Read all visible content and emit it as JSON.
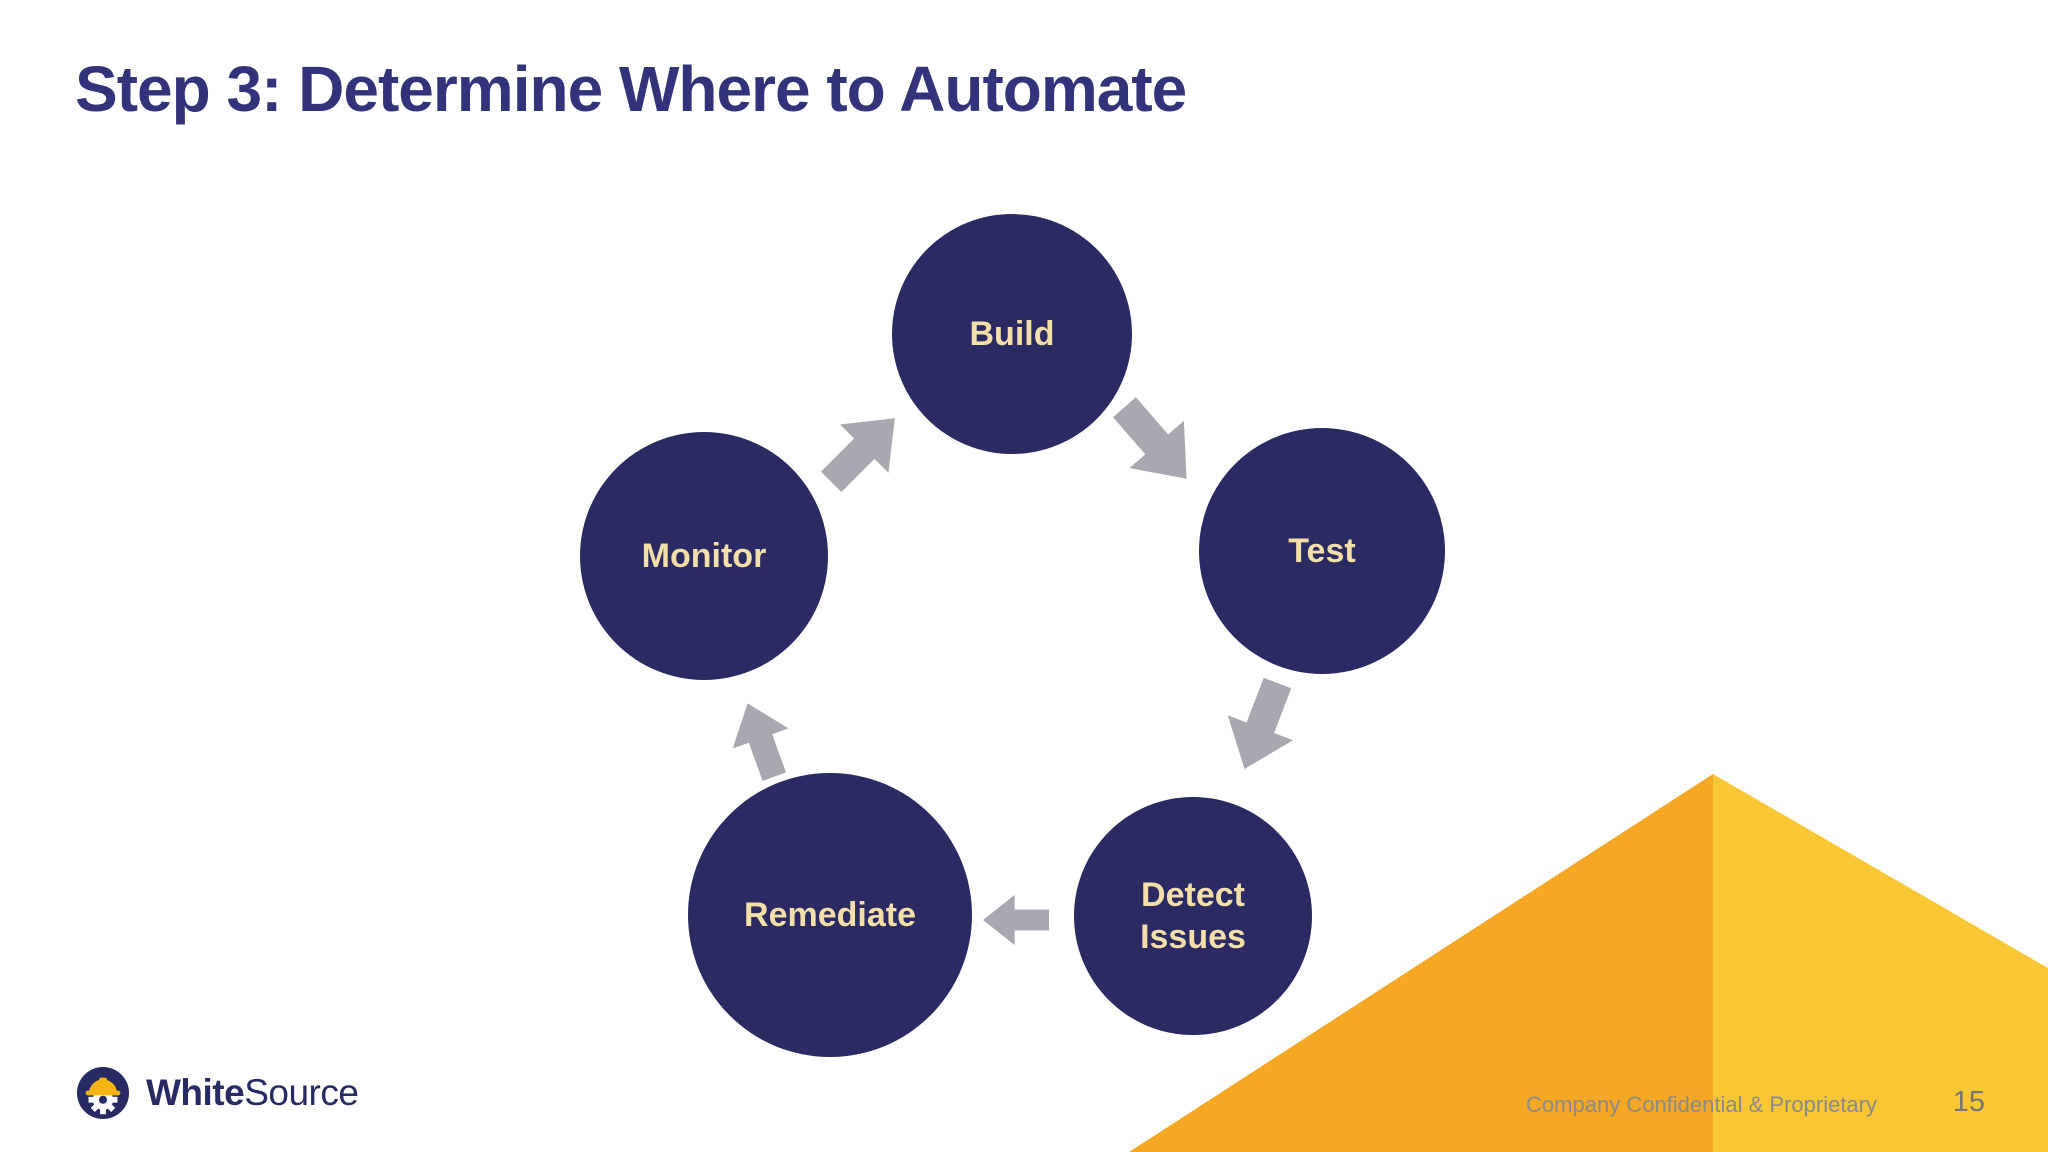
{
  "slide": {
    "title": "Step 3: Determine Where to Automate",
    "footer": "Company Confidential & Proprietary",
    "page_number": "15"
  },
  "logo": {
    "brand_bold": "White",
    "brand_regular": "Source"
  },
  "diagram": {
    "type": "cycle",
    "nodes": [
      {
        "id": "build",
        "label": "Build"
      },
      {
        "id": "test",
        "label": "Test"
      },
      {
        "id": "detect-issues",
        "label": "Detect Issues"
      },
      {
        "id": "remediate",
        "label": "Remediate"
      },
      {
        "id": "monitor",
        "label": "Monitor"
      }
    ],
    "flow_order": [
      "Build",
      "Test",
      "Detect Issues",
      "Remediate",
      "Monitor"
    ]
  },
  "colors": {
    "title": "#33337B",
    "circle_fill": "#2B2A63",
    "circle_text": "#F3DFA7",
    "arrow": "#A8A8B1",
    "tri_dark": "#F6A723",
    "tri_light": "#F9C733",
    "footer_text": "#8A8A8A",
    "page_num": "#757575",
    "logo_navy": "#282B63",
    "hat_yellow": "#F6B40E"
  }
}
